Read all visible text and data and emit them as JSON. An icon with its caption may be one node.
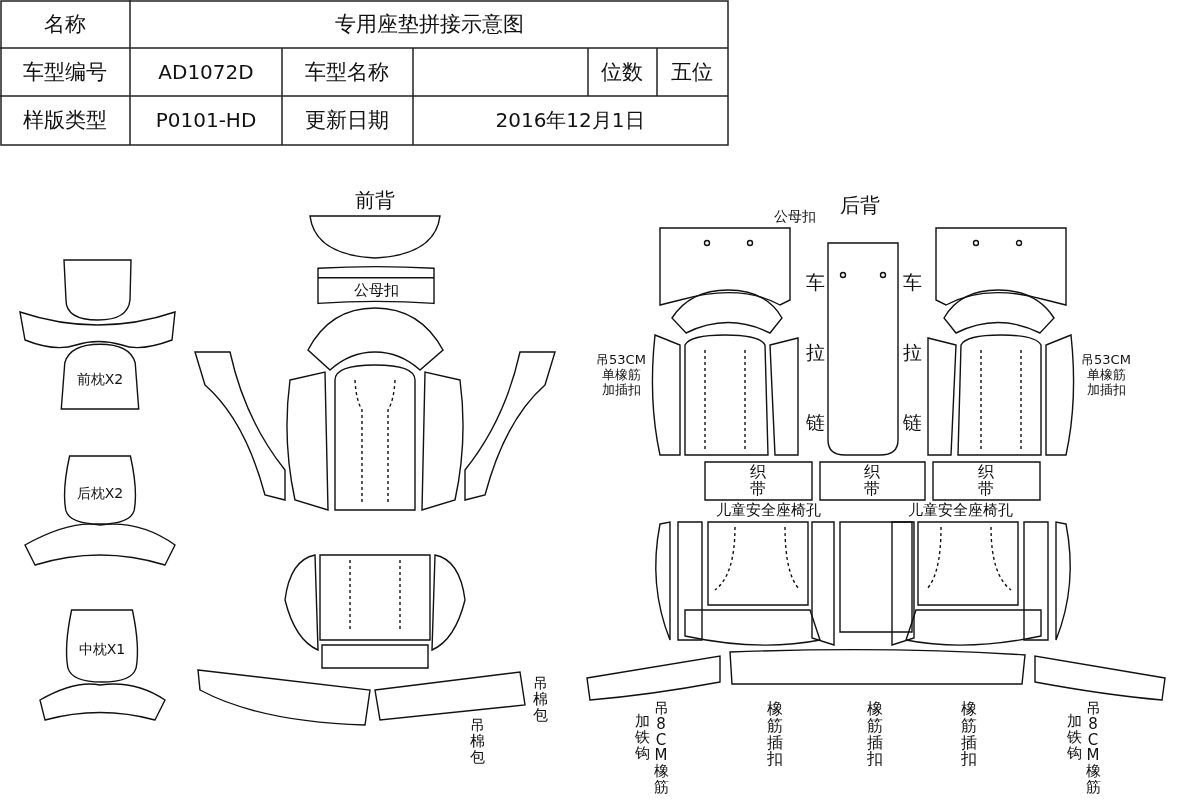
{
  "diagram": {
    "nodes": [
      {
        "text": [
          "前枕X2"
        ]
      },
      {
        "text": [
          "后枕X2"
        ]
      },
      {
        "text": [
          "中枕X1"
        ]
      },
      {
        "text": [
          "公母扣"
        ]
      }
    ],
    "labels": [
      "名称",
      "专用座垫拼接示意图",
      "车型编号",
      "AD1072D",
      "车型名称",
      "位数",
      "五位",
      "样版类型",
      "P0101-HD",
      "更新日期",
      "2016年12月1日",
      "前背",
      "后背",
      "公母扣",
      "车",
      "车",
      "吊53CM单橡筋加插扣",
      "拉",
      "拉",
      "吊53CM单橡筋加插扣",
      "链",
      "链",
      "织带",
      "织带",
      "织带",
      "儿童安全座椅孔",
      "儿童安全座椅孔",
      "吊棉包",
      "吊棉包",
      "吊8CM橡筋",
      "加铁钩",
      "橡筋插扣",
      "橡筋插扣",
      "橡筋插扣",
      "吊8CM橡筋",
      "加铁钩"
    ]
  }
}
